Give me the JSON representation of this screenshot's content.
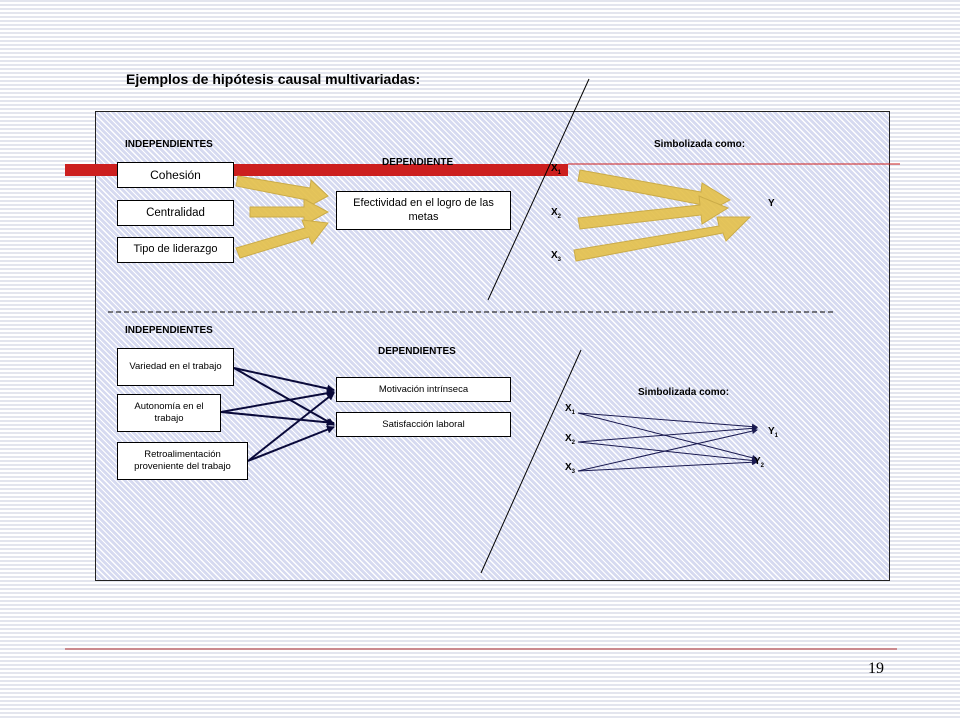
{
  "title": "Ejemplos de hipótesis causal multivariadas:",
  "top": {
    "independientes_label": "INDEPENDIENTES",
    "dependiente_label": "DEPENDIENTE",
    "simbolizada_label": "Simbolizada como:",
    "independent_boxes": [
      "Cohesión",
      "Centralidad",
      "Tipo de liderazgo"
    ],
    "dependent_box": "Efectividad en el logro de las metas",
    "symbols_x": [
      "X",
      "X",
      "X"
    ],
    "symbols_x_sub": [
      "1",
      "2",
      "3"
    ],
    "symbol_y": "Y"
  },
  "bottom": {
    "independientes_label": "INDEPENDIENTES",
    "dependientes_label": "DEPENDIENTES",
    "simbolizada_label": "Simbolizada como:",
    "independent_boxes": [
      "Variedad en el trabajo",
      "Autonomía en el trabajo",
      "Retroalimentación proveniente del trabajo"
    ],
    "dependent_boxes": [
      "Motivación intrínseca",
      "Satisfacción laboral"
    ],
    "symbols_x": [
      "X",
      "X",
      "X"
    ],
    "symbols_x_sub": [
      "1",
      "2",
      "3"
    ],
    "symbols_y": [
      "Y",
      "Y"
    ],
    "symbols_y_sub": [
      "1",
      "2"
    ]
  },
  "page_number": "19",
  "colors": {
    "accent_red": "#cc1f1f",
    "arrow_yellow": "#e4c04a",
    "panel": "#d6daf0"
  }
}
